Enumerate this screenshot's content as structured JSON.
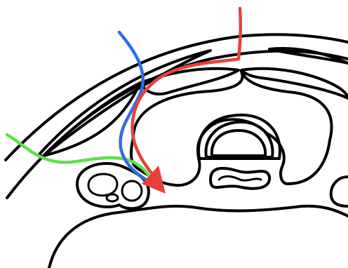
{
  "diagram": {
    "background": "#ffffff",
    "outline_color": "#000000",
    "paths": [
      {
        "id": "red",
        "color": "#e8403a",
        "has_arrowhead": true
      },
      {
        "id": "blue",
        "color": "#2e6ee6",
        "has_arrowhead": false
      },
      {
        "id": "green",
        "color": "#5ee04a",
        "has_arrowhead": false
      }
    ]
  }
}
